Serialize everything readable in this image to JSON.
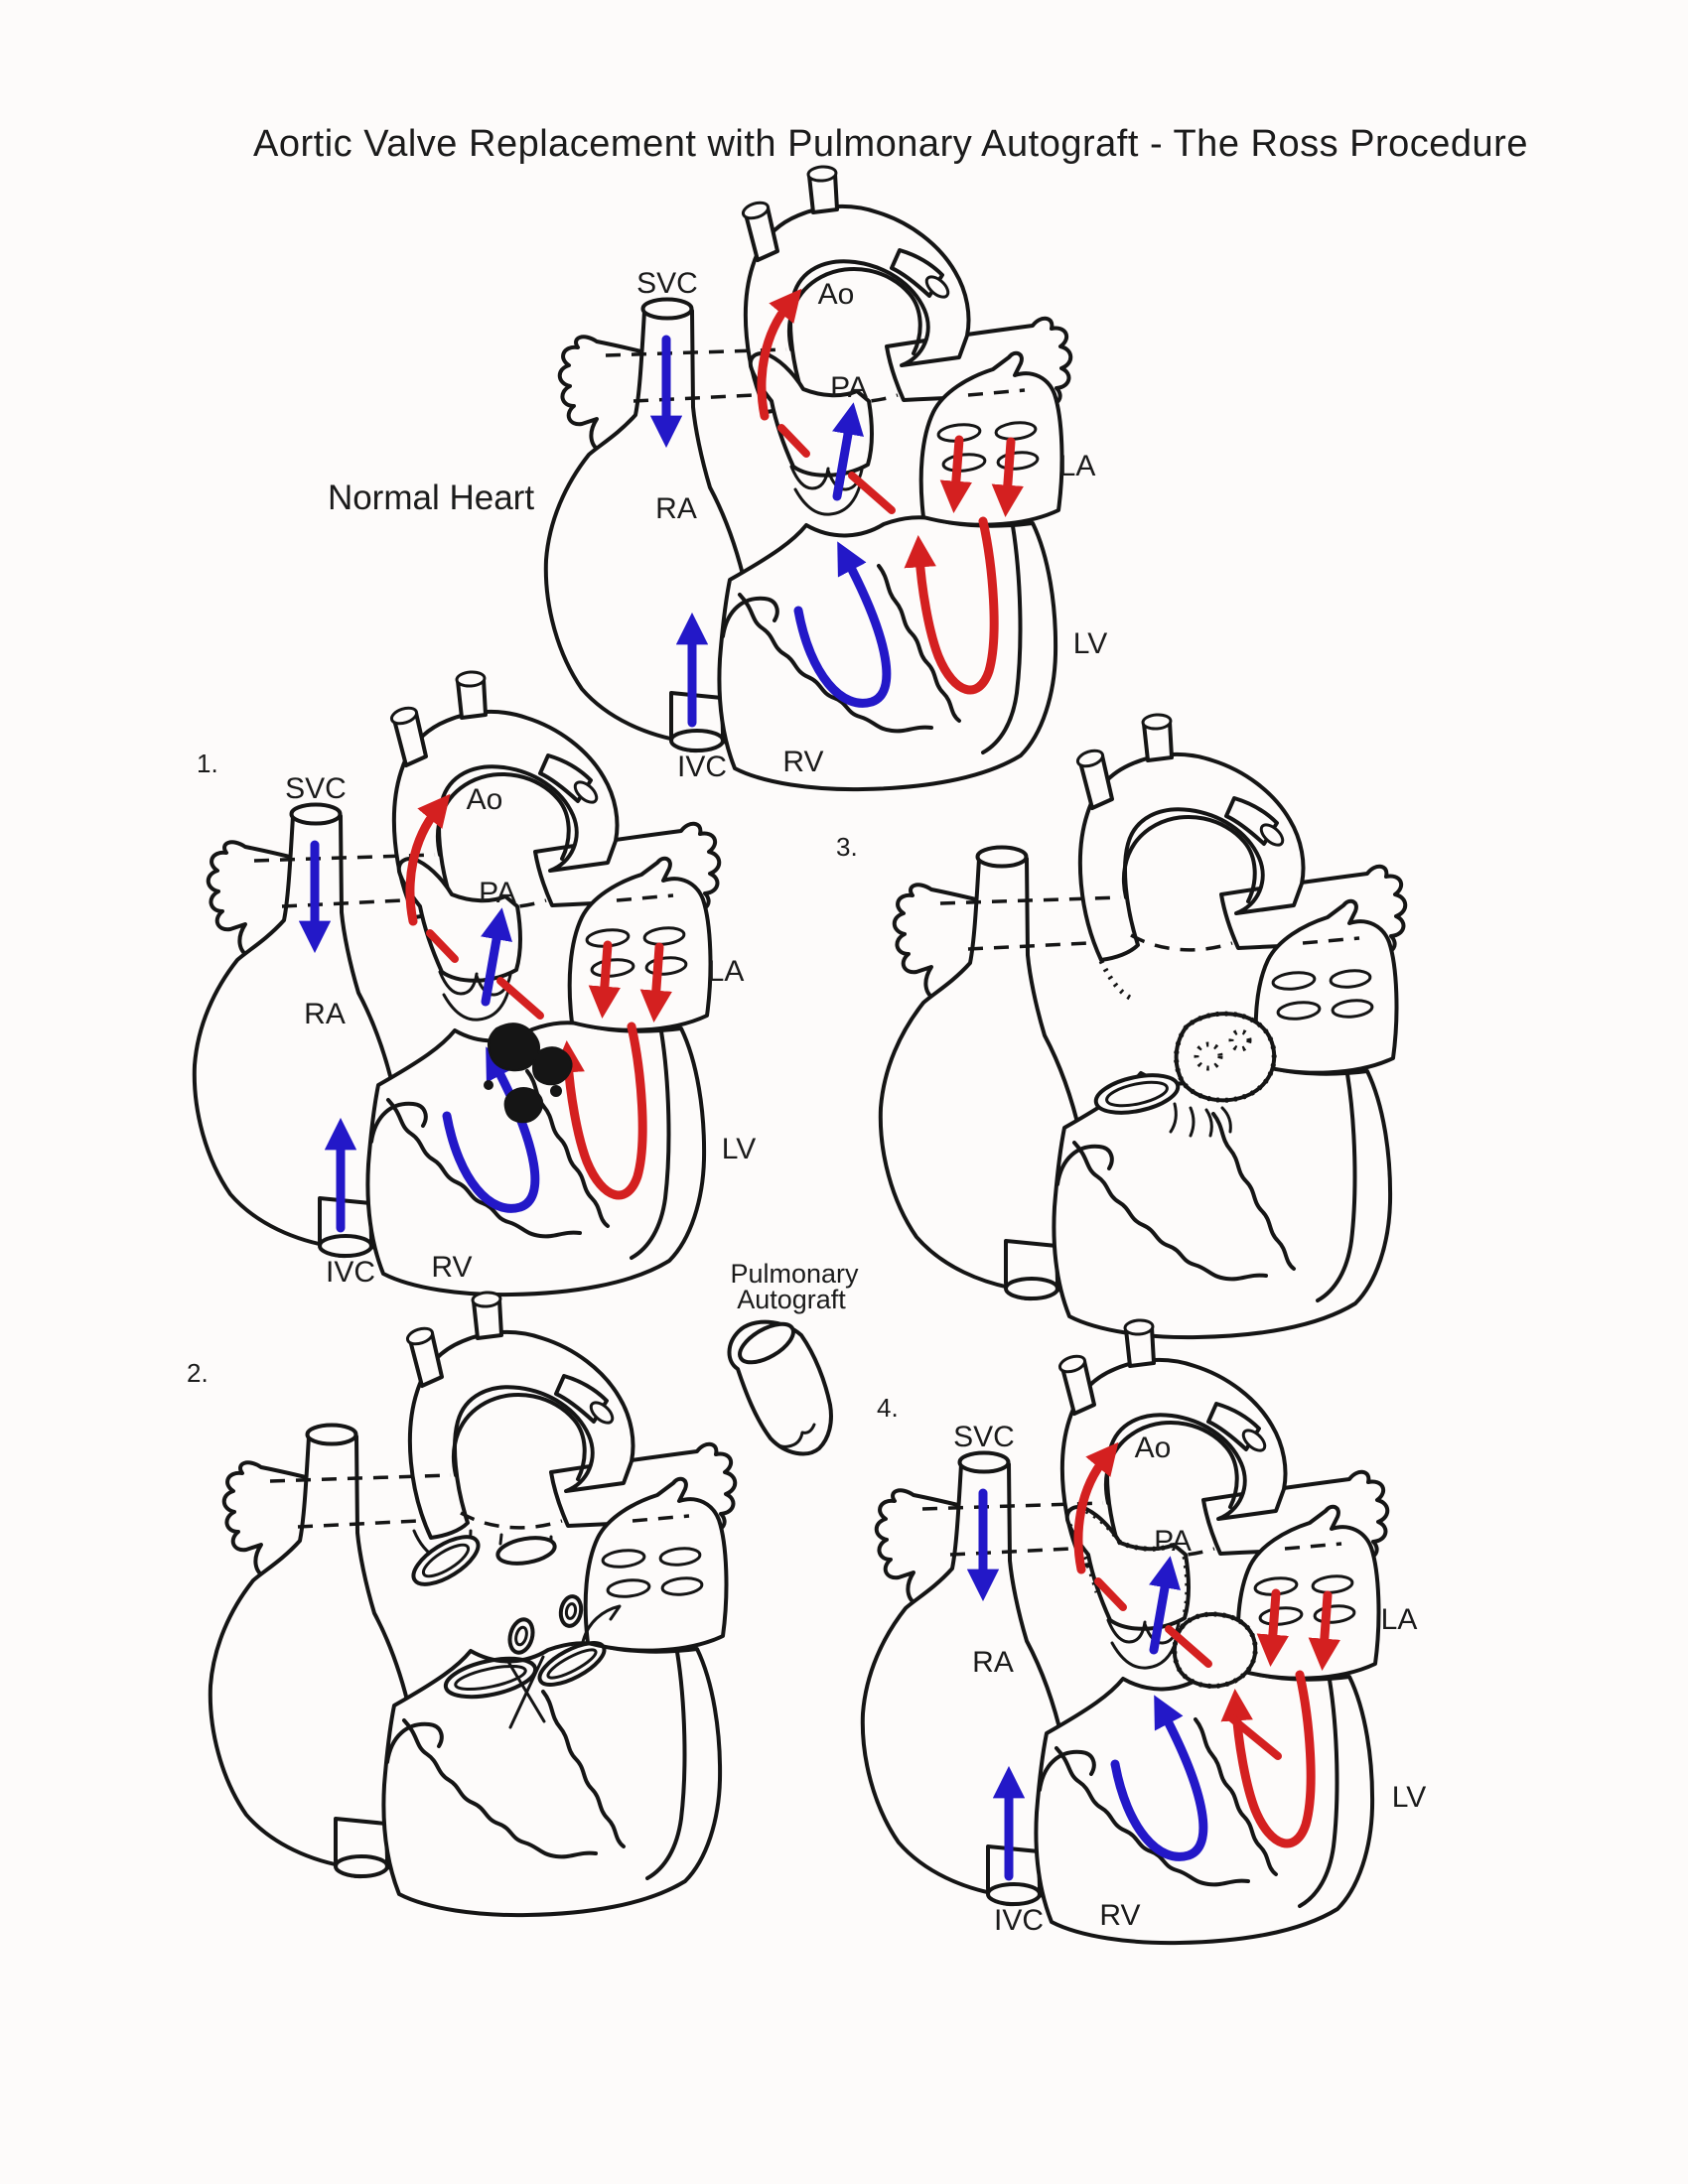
{
  "title": "Aortic Valve Replacement with Pulmonary Autograft - The Ross Procedure",
  "colors": {
    "outline": "#151515",
    "venous_blue": "#2318c8",
    "arterial_red": "#d42020",
    "text": "#1b1b1b",
    "paper": "#fdfbfa"
  },
  "panels": {
    "normal": {
      "caption": "Normal Heart",
      "labels": {
        "svc": "SVC",
        "ao": "Ao",
        "pa": "PA",
        "ra": "RA",
        "la": "LA",
        "lv": "LV",
        "ivc": "IVC",
        "rv": "RV"
      }
    },
    "step1": {
      "number": "1.",
      "labels": {
        "svc": "SVC",
        "ao": "Ao",
        "pa": "PA",
        "ra": "RA",
        "la": "LA",
        "lv": "LV",
        "ivc": "IVC",
        "rv": "RV"
      }
    },
    "step2": {
      "number": "2."
    },
    "step3": {
      "number": "3."
    },
    "step4": {
      "number": "4.",
      "labels": {
        "svc": "SVC",
        "ao": "Ao",
        "pa": "PA",
        "ra": "RA",
        "la": "LA",
        "lv": "LV",
        "ivc": "IVC",
        "rv": "RV"
      }
    }
  },
  "autograft_callout": {
    "line1": "Pulmonary",
    "line2": "Autograft"
  }
}
